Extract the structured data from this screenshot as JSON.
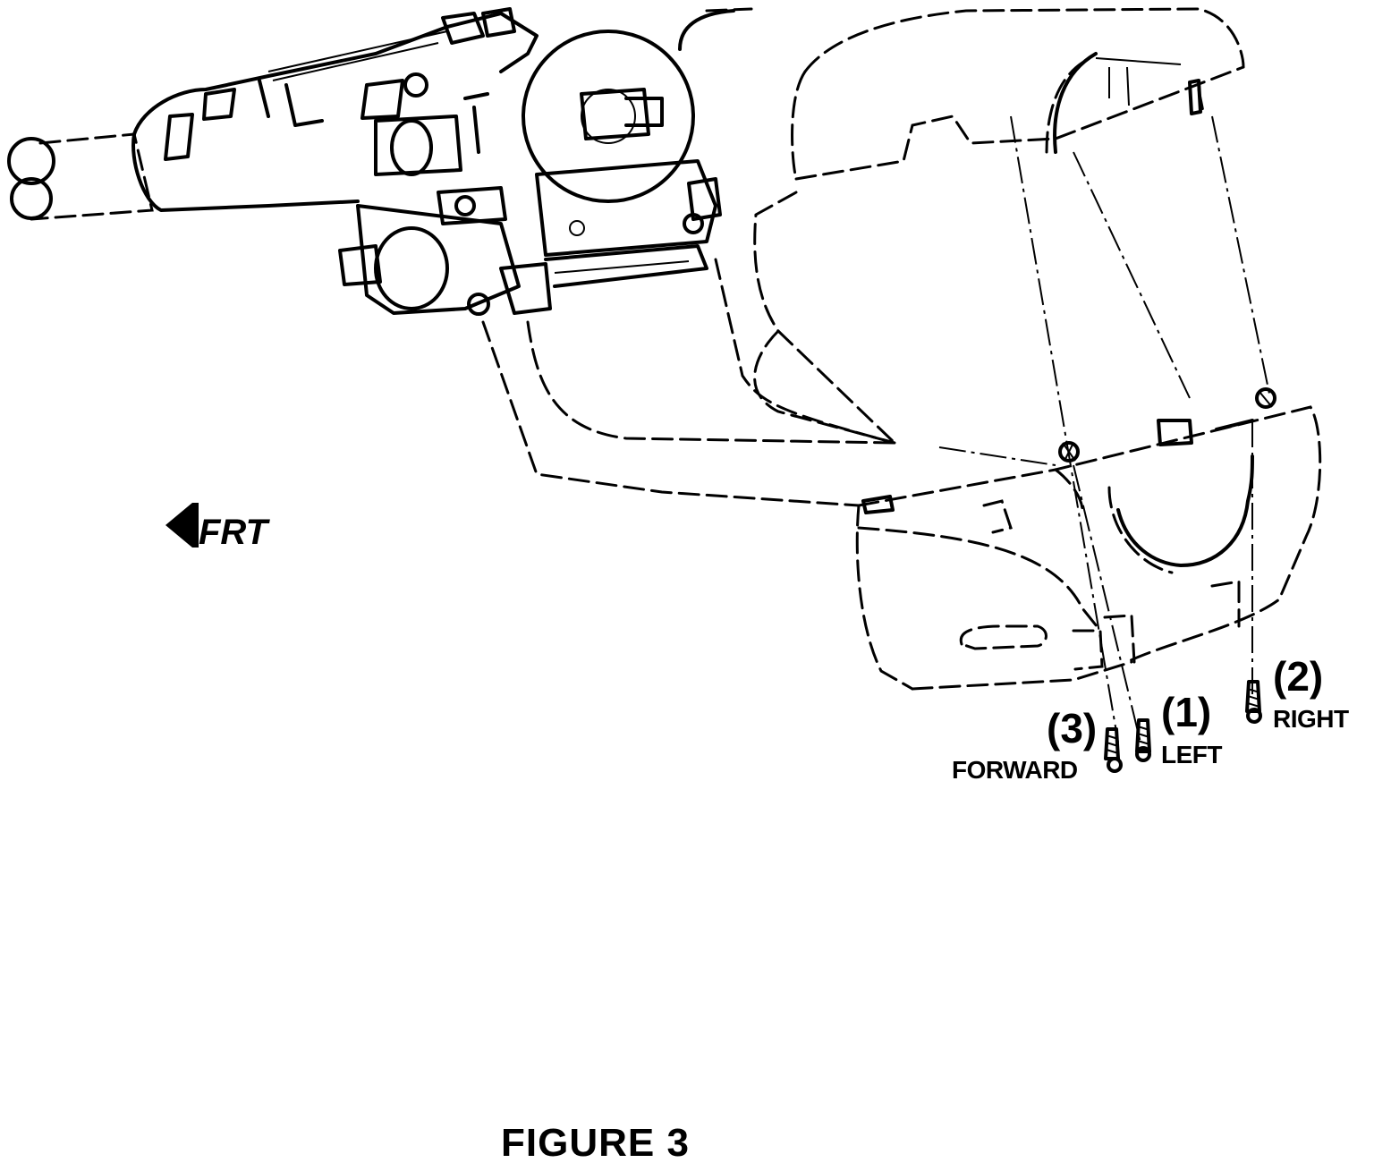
{
  "figure": {
    "caption": "FIGURE 3",
    "direction_label": "FRT",
    "callouts": [
      {
        "number": "(1)",
        "word": "LEFT"
      },
      {
        "number": "(2)",
        "word": "RIGHT"
      },
      {
        "number": "(3)",
        "word": "FORWARD"
      }
    ]
  },
  "colors": {
    "ink": "#000000",
    "paper": "#ffffff"
  },
  "icons": {
    "direction_arrow": "left-arrow-icon"
  }
}
